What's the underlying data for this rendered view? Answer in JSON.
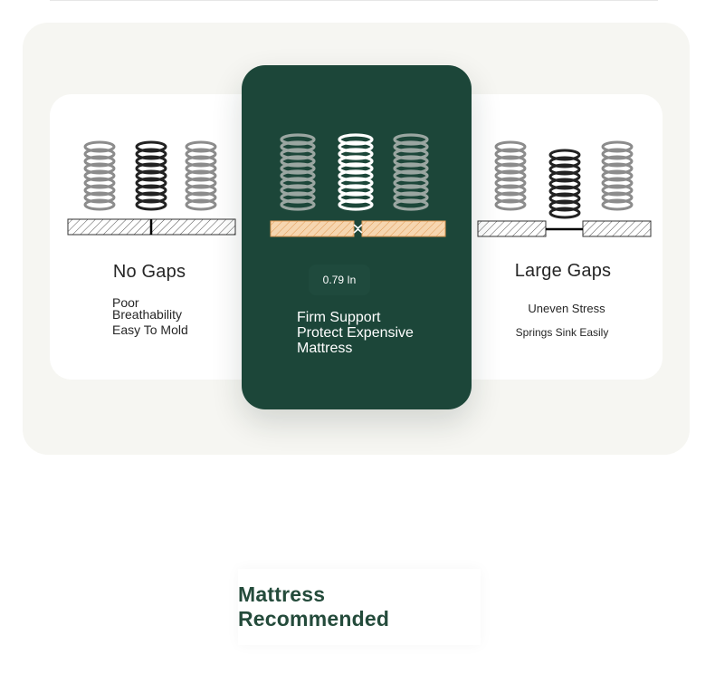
{
  "left_card": {
    "title": "No Gaps",
    "features": [
      "Poor Breathability",
      "Easy To Mold"
    ]
  },
  "center_card": {
    "gap_label": "0.79 In",
    "features": [
      "Firm Support",
      "Protect Expensive Mattress"
    ]
  },
  "right_card": {
    "title": "Large Gaps",
    "features": [
      "Uneven Stress",
      "Springs Sink Easily"
    ]
  },
  "cta": {
    "label": "Mattress Recommended"
  },
  "colors": {
    "panel_bg": "#f6f6f2",
    "featured_bg": "#1c4639",
    "accent_green": "#244b3b",
    "board_fill": "#f6d6b0",
    "spring_gray": "#8c8c8c",
    "spring_dark": "#222222"
  }
}
